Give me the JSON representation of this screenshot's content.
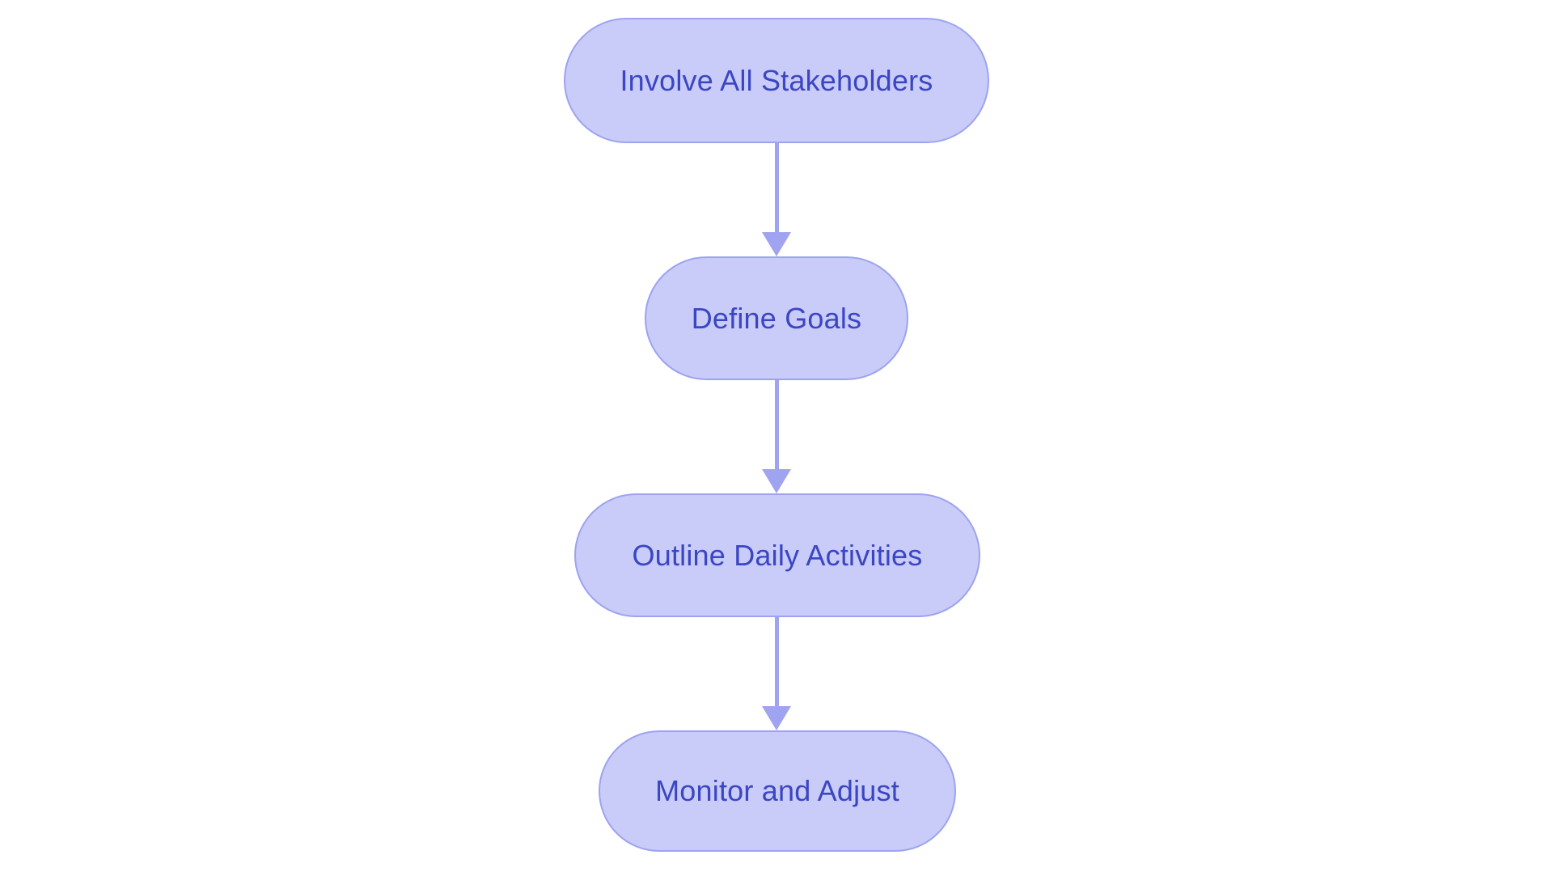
{
  "flowchart": {
    "type": "flowchart",
    "direction": "top-down",
    "nodes": [
      {
        "id": "n1",
        "label": "Involve All Stakeholders"
      },
      {
        "id": "n2",
        "label": "Define Goals"
      },
      {
        "id": "n3",
        "label": "Outline Daily Activities"
      },
      {
        "id": "n4",
        "label": "Monitor and Adjust"
      }
    ],
    "edges": [
      {
        "from": "n1",
        "to": "n2"
      },
      {
        "from": "n2",
        "to": "n3"
      },
      {
        "from": "n3",
        "to": "n4"
      }
    ]
  },
  "colors": {
    "background": "#FFFFFF",
    "node_fill": "#C9CBF8",
    "node_border": "#9DA3EF",
    "node_text": "#3A46C2",
    "arrow": "#A0A4F0"
  }
}
